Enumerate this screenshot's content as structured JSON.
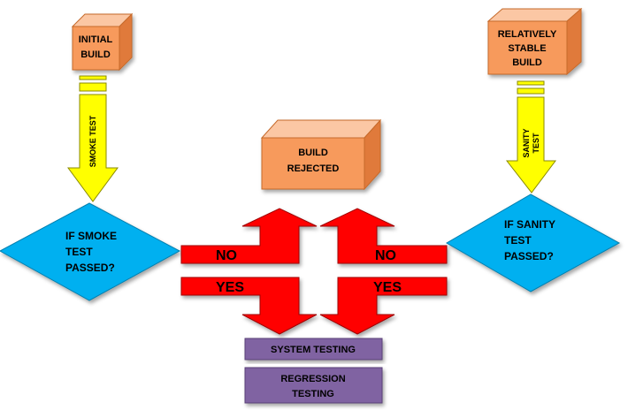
{
  "boxes": {
    "initial_build": [
      "INITIAL",
      "BUILD"
    ],
    "stable_build": [
      "RELATIVELY",
      "STABLE",
      "BUILD"
    ],
    "build_rejected": [
      "BUILD",
      "REJECTED"
    ]
  },
  "arrows": {
    "smoke_test": "SMOKE TEST",
    "sanity_test": [
      "SANITY",
      "TEST"
    ]
  },
  "decisions": {
    "smoke": [
      "IF SMOKE",
      "TEST",
      "PASSED?"
    ],
    "sanity": [
      "IF SANITY",
      "TEST",
      "PASSED?"
    ]
  },
  "branches": {
    "no_left": "NO",
    "no_right": "NO",
    "yes_left": "YES",
    "yes_right": "YES"
  },
  "outcomes": {
    "system_testing": "SYSTEM TESTING",
    "regression_testing": [
      "REGRESSION",
      "TESTING"
    ]
  },
  "colors": {
    "box_front": "#f79a5c",
    "box_top": "#fbc7a4",
    "box_side": "#e07a3a",
    "arrow_yellow": "#ffff00",
    "diamond": "#00b0f0",
    "red_arrow": "#ff0000",
    "purple_box": "#8064a2"
  }
}
